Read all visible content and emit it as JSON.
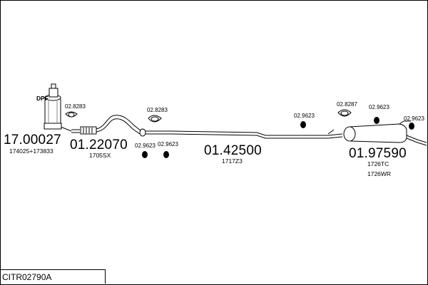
{
  "diagram": {
    "title_code": "CITR02790A",
    "parts": {
      "dpf": {
        "number": "17.00027",
        "sub": "174025+173833",
        "tag": "DPF"
      },
      "front_pipe": {
        "number": "01.22070",
        "sub": "1705SX"
      },
      "middle_pipe": {
        "number": "01.42500",
        "sub": "1717Z3"
      },
      "rear_silencer": {
        "number": "01.97590",
        "sub1": "1726TC",
        "sub2": "1726WR"
      }
    },
    "fittings": {
      "clamp_a": "02.8283",
      "clamp_b": "02.8283",
      "clamp_c": "02.8287",
      "hanger_a": "02.9623",
      "hanger_b": "02.9623",
      "hanger_c": "02.9623",
      "hanger_d": "02.9623",
      "hanger_e": "02.9623"
    }
  }
}
